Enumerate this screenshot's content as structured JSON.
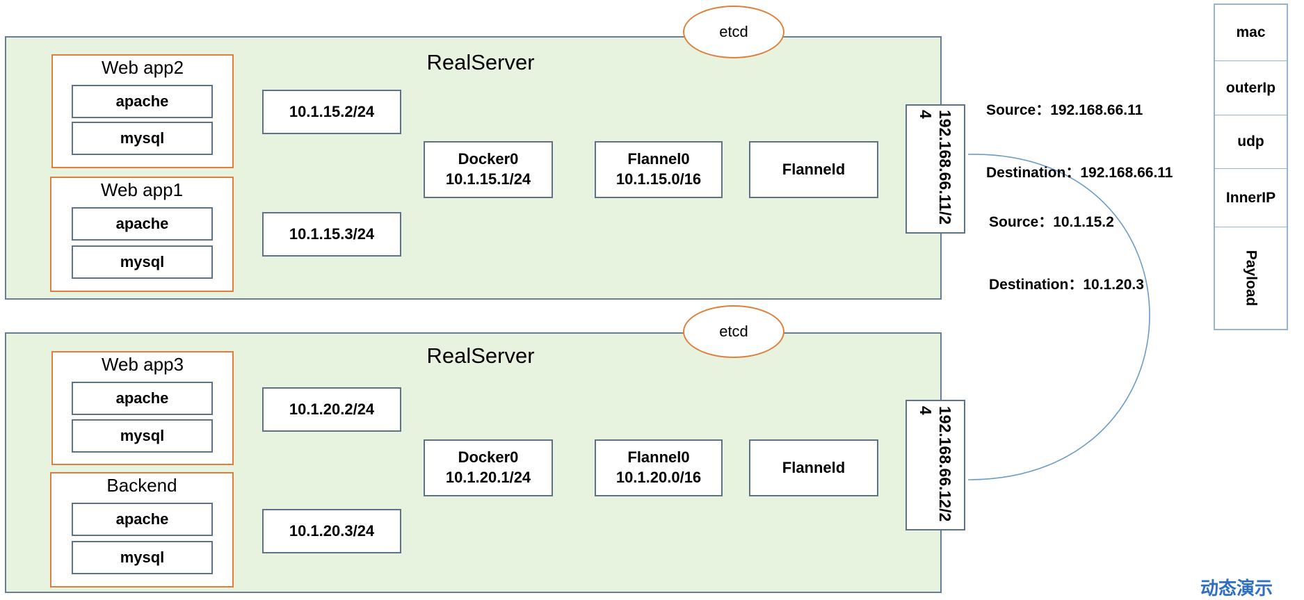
{
  "servers": [
    {
      "title": "RealServer",
      "etcd": "etcd",
      "apps": [
        {
          "name": "Web app2",
          "services": [
            "apache",
            "mysql"
          ]
        },
        {
          "name": "Web app1",
          "services": [
            "apache",
            "mysql"
          ]
        }
      ],
      "veth": [
        "10.1.15.2/24",
        "10.1.15.3/24"
      ],
      "docker0": {
        "name": "Docker0",
        "ip": "10.1.15.1/24"
      },
      "flannel0": {
        "name": "Flannel0",
        "ip": "10.1.15.0/16"
      },
      "flanneld": "Flanneld",
      "nic": "192.168.66.11/24"
    },
    {
      "title": "RealServer",
      "etcd": "etcd",
      "apps": [
        {
          "name": "Web app3",
          "services": [
            "apache",
            "mysql"
          ]
        },
        {
          "name": "Backend",
          "services": [
            "apache",
            "mysql"
          ]
        }
      ],
      "veth": [
        "10.1.20.2/24",
        "10.1.20.3/24"
      ],
      "docker0": {
        "name": "Docker0",
        "ip": "10.1.20.1/24"
      },
      "flannel0": {
        "name": "Flannel0",
        "ip": "10.1.20.0/16"
      },
      "flanneld": "Flanneld",
      "nic": "192.168.66.12/24"
    }
  ],
  "outer_packet": {
    "source": "Source：192.168.66.11",
    "destination": "Destination：192.168.66.11"
  },
  "inner_packet": {
    "source": "Source：10.1.15.2",
    "destination": "Destination：10.1.20.3"
  },
  "packet_layers": [
    "mac",
    "outerIp",
    "udp",
    "InnerIP",
    "Payload"
  ],
  "watermark": "动态演示",
  "colors": {
    "server_fill": "#e7f2df",
    "server_border": "#667f95",
    "app_border": "#e07f3a",
    "wire": "#6a9bc9",
    "layer_border": "#98b2d2",
    "watermark": "#2f6fbf"
  }
}
